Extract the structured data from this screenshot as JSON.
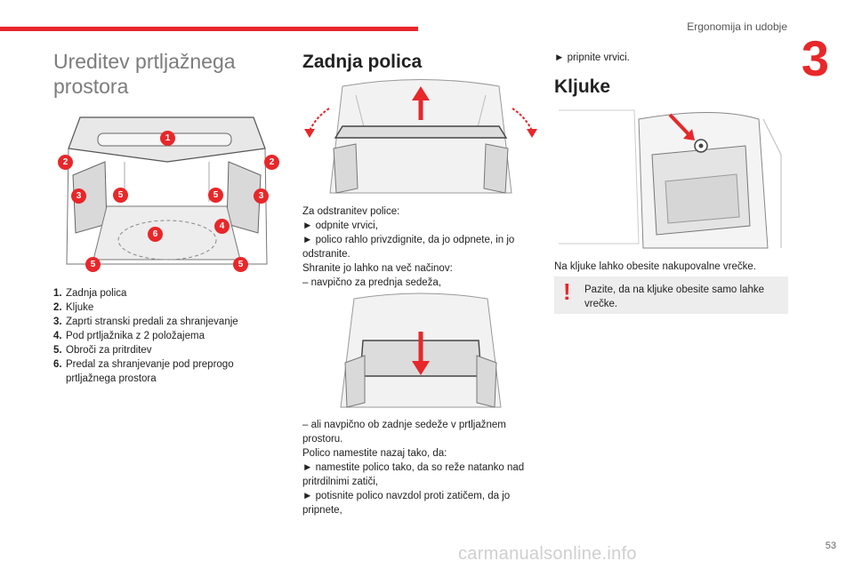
{
  "header": {
    "chapter_title": "Ergonomija in udobje",
    "chapter_number": "3"
  },
  "footer": {
    "page_number": "53",
    "watermark": "carmanualsonline.info"
  },
  "col1": {
    "title_line1": "Ureditev prtljažnega",
    "title_line2": "prostora",
    "callouts": [
      "1",
      "2",
      "2",
      "3",
      "3",
      "4",
      "5",
      "5",
      "5",
      "5",
      "6"
    ],
    "legend": [
      {
        "num": "1.",
        "text": "Zadnja polica"
      },
      {
        "num": "2.",
        "text": "Kljuke"
      },
      {
        "num": "3.",
        "text": "Zaprti stranski predali za shranjevanje"
      },
      {
        "num": "4.",
        "text": "Pod prtljažnika z 2 položajema"
      },
      {
        "num": "5.",
        "text": "Obroči za pritrditev"
      },
      {
        "num": "6.",
        "text": "Predal za shranjevanje pod preprogo prtljažnega prostora"
      }
    ]
  },
  "col2": {
    "heading": "Zadnja polica",
    "block1": [
      "Za odstranitev police:",
      "► odpnite vrvici,",
      "► polico rahlo privzdignite, da jo odpnete, in jo odstranite.",
      "Shranite jo lahko na več načinov:",
      "– navpično za prednja sedeža,"
    ],
    "block2": [
      "– ali navpično ob zadnje sedeže v prtljažnem prostoru.",
      "Polico namestite nazaj tako, da:",
      "► namestite polico tako, da so reže natanko nad pritrdilnimi zatiči,",
      "► potisnite polico navzdol proti zatičem, da jo pripnete,"
    ]
  },
  "col3": {
    "continuation": "► pripnite vrvici.",
    "heading": "Kljuke",
    "body": "Na kljuke lahko obesite nakupovalne vrečke.",
    "warning": "Pazite, da na kljuke obesite samo lahke vrečke."
  },
  "colors": {
    "accent": "#e8272a",
    "warning_bg": "#ededed"
  }
}
